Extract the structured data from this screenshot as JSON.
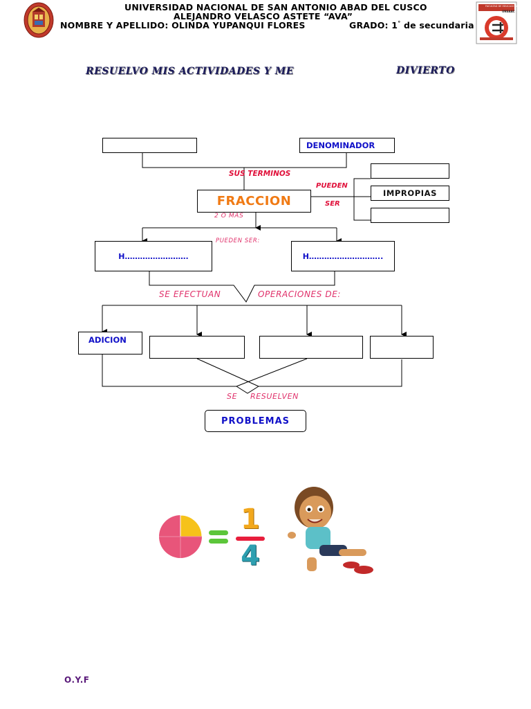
{
  "header": {
    "university": "UNIVERSIDAD NACIONAL DE SAN ANTONIO ABAD DEL CUSCO",
    "school": "ALEJANDRO VELASCO ASTETE “AVA”",
    "name_line": "NOMBRE Y APELLIDO: OLINDA YUPANQUI FLORES",
    "grade_label": "GRADO: 1",
    "grade_sup": "°",
    "grade_rest": " de secundaria",
    "right_logo_caption_1": "FACULTAD DE EDUCACIÓN",
    "right_logo_caption_2": "UNSAAC"
  },
  "worksheet_title": {
    "part1": "RESUELVO MIS ACTIVIDADES Y ME",
    "part2": "DIVIERTO"
  },
  "diagram": {
    "denominador": "DENOMINADOR",
    "sus_terminos": "SUS   TERMINOS",
    "pueden": "PUEDEN",
    "ser": "SER",
    "impropias": "IMPROPIAS",
    "fraccion": "FRACCION",
    "dos_o_mas": "2 O MAS",
    "pueden_ser": "PUEDEN SER:",
    "h_left": "H…………………….",
    "h_right": "H………………………..",
    "se_efectuan": "SE EFECTUAN",
    "operaciones_de": "OPERACIONES DE:",
    "adicion": "ADICION",
    "se": "SE",
    "resuelven": "RESUELVEN",
    "problemas": "PROBLEMAS"
  },
  "illustration": {
    "equals": "=",
    "numerator": "1",
    "denominator": "4",
    "colors": {
      "pink": "#e8557a",
      "yellow": "#f6c21a",
      "green": "#5cc63a",
      "orange": "#f2a81d",
      "teal": "#2d9fb0",
      "red": "#e81e3c"
    }
  },
  "footer": {
    "initials": "O.Y.F"
  }
}
